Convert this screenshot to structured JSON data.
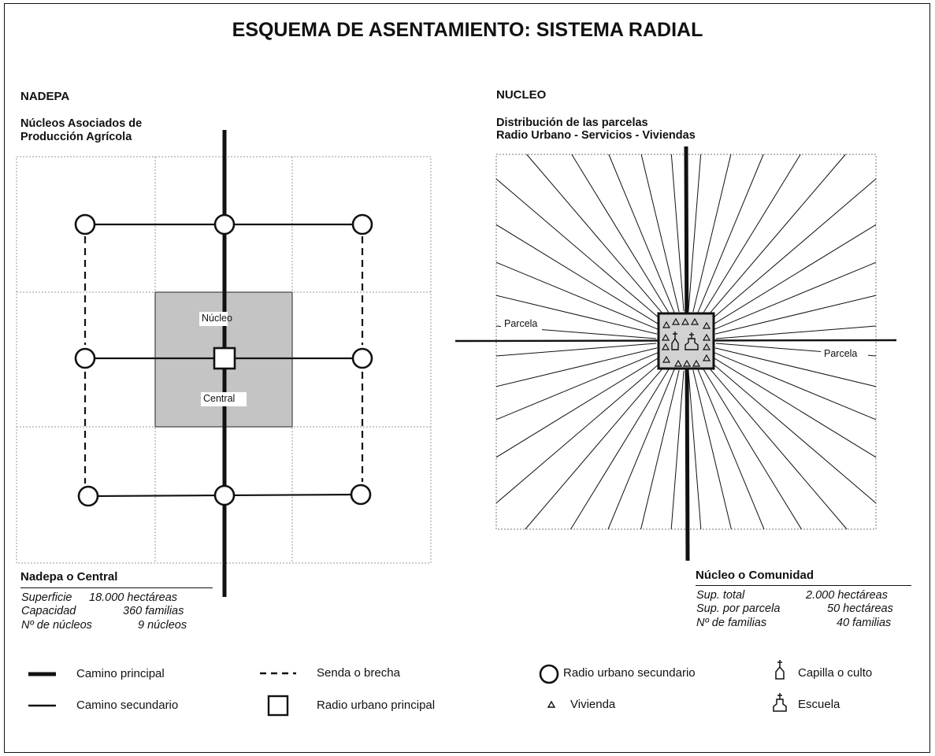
{
  "title": "ESQUEMA DE ASENTAMIENTO: SISTEMA RADIAL",
  "left_panel": {
    "heading": "NADEPA",
    "subtitle_line1": "Núcleos Asociados de",
    "subtitle_line2": "Producción Agrícola",
    "center_label_top": "Núcleo",
    "center_label_bottom": "Central",
    "stats_title": "Nadepa o Central",
    "stats": [
      {
        "label": "Superficie",
        "value": "18.000 hectáreas"
      },
      {
        "label": "Capacidad",
        "value": "360 familias"
      },
      {
        "label": "Nº de núcleos",
        "value": "9 núcleos"
      }
    ]
  },
  "right_panel": {
    "heading": "NUCLEO",
    "subtitle_line1": "Distribución de las parcelas",
    "subtitle_line2": "Radio Urbano - Servicios - Viviendas",
    "parcel_label_left": "Parcela",
    "parcel_label_right": "Parcela",
    "stats_title": "Núcleo o Comunidad",
    "stats": [
      {
        "label": "Sup. total",
        "value": "2.000 hectáreas"
      },
      {
        "label": "Sup. por parcela",
        "value": "50 hectáreas"
      },
      {
        "label": "Nº de familias",
        "value": "40 familias"
      }
    ]
  },
  "legend": {
    "camino_principal": "Camino principal",
    "camino_secundario": "Camino secundario",
    "senda": "Senda o brecha",
    "radio_principal": "Radio urbano principal",
    "radio_secundario": "Radio urbano secundario",
    "vivienda": "Vivienda",
    "capilla": "Capilla o culto",
    "escuela": "Escuela"
  }
}
